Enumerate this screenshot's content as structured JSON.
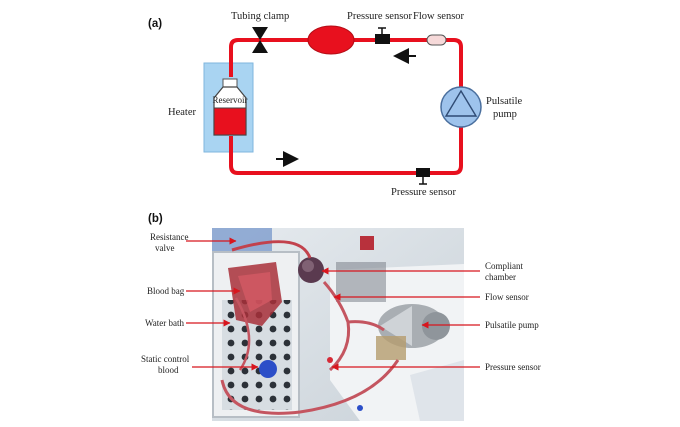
{
  "panel_a": {
    "label": "(a)",
    "labels": {
      "tubing_clamp": "Tubing clamp",
      "pressure_sensor_top": "Pressure sensor",
      "flow_sensor": "Flow sensor",
      "heater": "Heater",
      "reservoir": "Reservoir",
      "pulsatile_pump_1": "Pulsatile",
      "pulsatile_pump_2": "pump",
      "pressure_sensor_bottom": "Pressure sensor"
    },
    "colors": {
      "tubing": "#e8101e",
      "heater": "#a9d4f2",
      "pump": "#9ec3ec"
    }
  },
  "panel_b": {
    "label": "(b)",
    "left_labels": {
      "resistance_valve_1": "Resistance",
      "resistance_valve_2": "valve",
      "blood_bag": "Blood bag",
      "water_bath": "Water bath",
      "static_control_1": "Static control",
      "static_control_2": "blood"
    },
    "right_labels": {
      "compliant_chamber_1": "Compliant",
      "compliant_chamber_2": "chamber",
      "flow_sensor": "Flow sensor",
      "pulsatile_pump": "Pulsatile pump",
      "pressure_sensor": "Pressure sensor"
    }
  }
}
